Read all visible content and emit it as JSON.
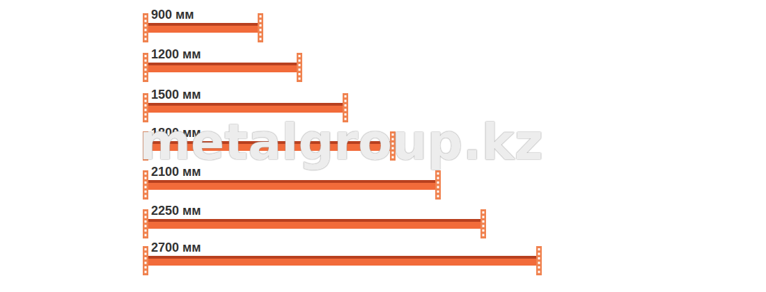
{
  "diagram": {
    "labels": [
      "900 мм",
      "1200 мм",
      "1500 мм",
      "1800 мм",
      "2100 мм",
      "2250 мм",
      "2700 мм",
      "metalgroup.kz"
    ]
  }
}
